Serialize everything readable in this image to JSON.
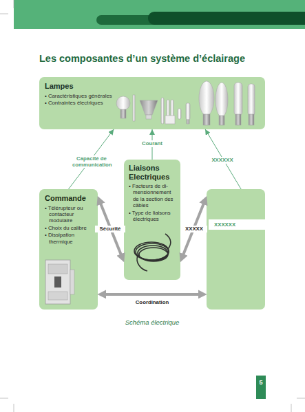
{
  "diagram": {
    "title": "Les composantes d’un système d’éclairage",
    "caption": "Schéma électrique",
    "nodes": [
      {
        "text": [
          "Lampes",
          "• Caractéristiques générales",
          "• Contraintes électriques"
        ]
      },
      {
        "text": [
          "Commande",
          "• Télérupteur ou contacteur modulaire",
          "• Choix du calibre",
          "• Dissipation thermique"
        ]
      },
      {
        "text": [
          "Liaisons Electriques",
          "• Facteurs de di- mensionnement de la section des câbles",
          "• Type de liaisons électriques"
        ]
      },
      {
        "text": [
          "XXXXXX"
        ]
      }
    ],
    "edges": [
      {
        "from": 1,
        "to": 0,
        "arrow": "to",
        "label": "Capacité de communication"
      },
      {
        "from": 2,
        "to": 0,
        "arrow": "to",
        "label": "Courant"
      },
      {
        "from": 3,
        "to": 0,
        "arrow": "to",
        "label": "XXXXXX"
      },
      {
        "from": 1,
        "to": 2,
        "arrow": "both",
        "label": "Sécurité"
      },
      {
        "from": 2,
        "to": 3,
        "arrow": "both",
        "label": "XXXXX"
      },
      {
        "from": 1,
        "to": 3,
        "arrow": "both",
        "label": "Coordination"
      }
    ],
    "labels": [
      "5"
    ]
  }
}
